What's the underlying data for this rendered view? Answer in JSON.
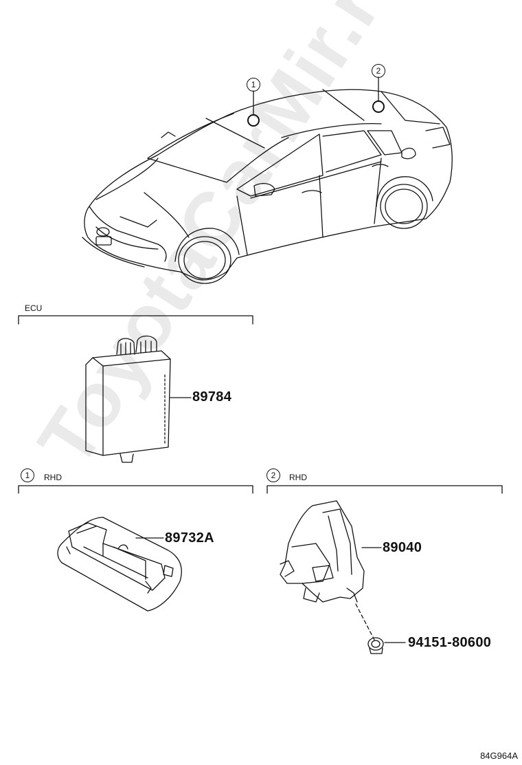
{
  "watermark": "ToyotaCarMir.ru",
  "callouts": {
    "c1": "1",
    "c2": "2"
  },
  "sections": {
    "ecu": {
      "title": "ECU"
    },
    "s1": {
      "marker": "1",
      "title": "RHD"
    },
    "s2": {
      "marker": "2",
      "title": "RHD"
    }
  },
  "parts": {
    "p1": "89784",
    "p2": "89732A",
    "p3": "89040",
    "p4": "94151-80600"
  },
  "illustration_code": "84G964A"
}
